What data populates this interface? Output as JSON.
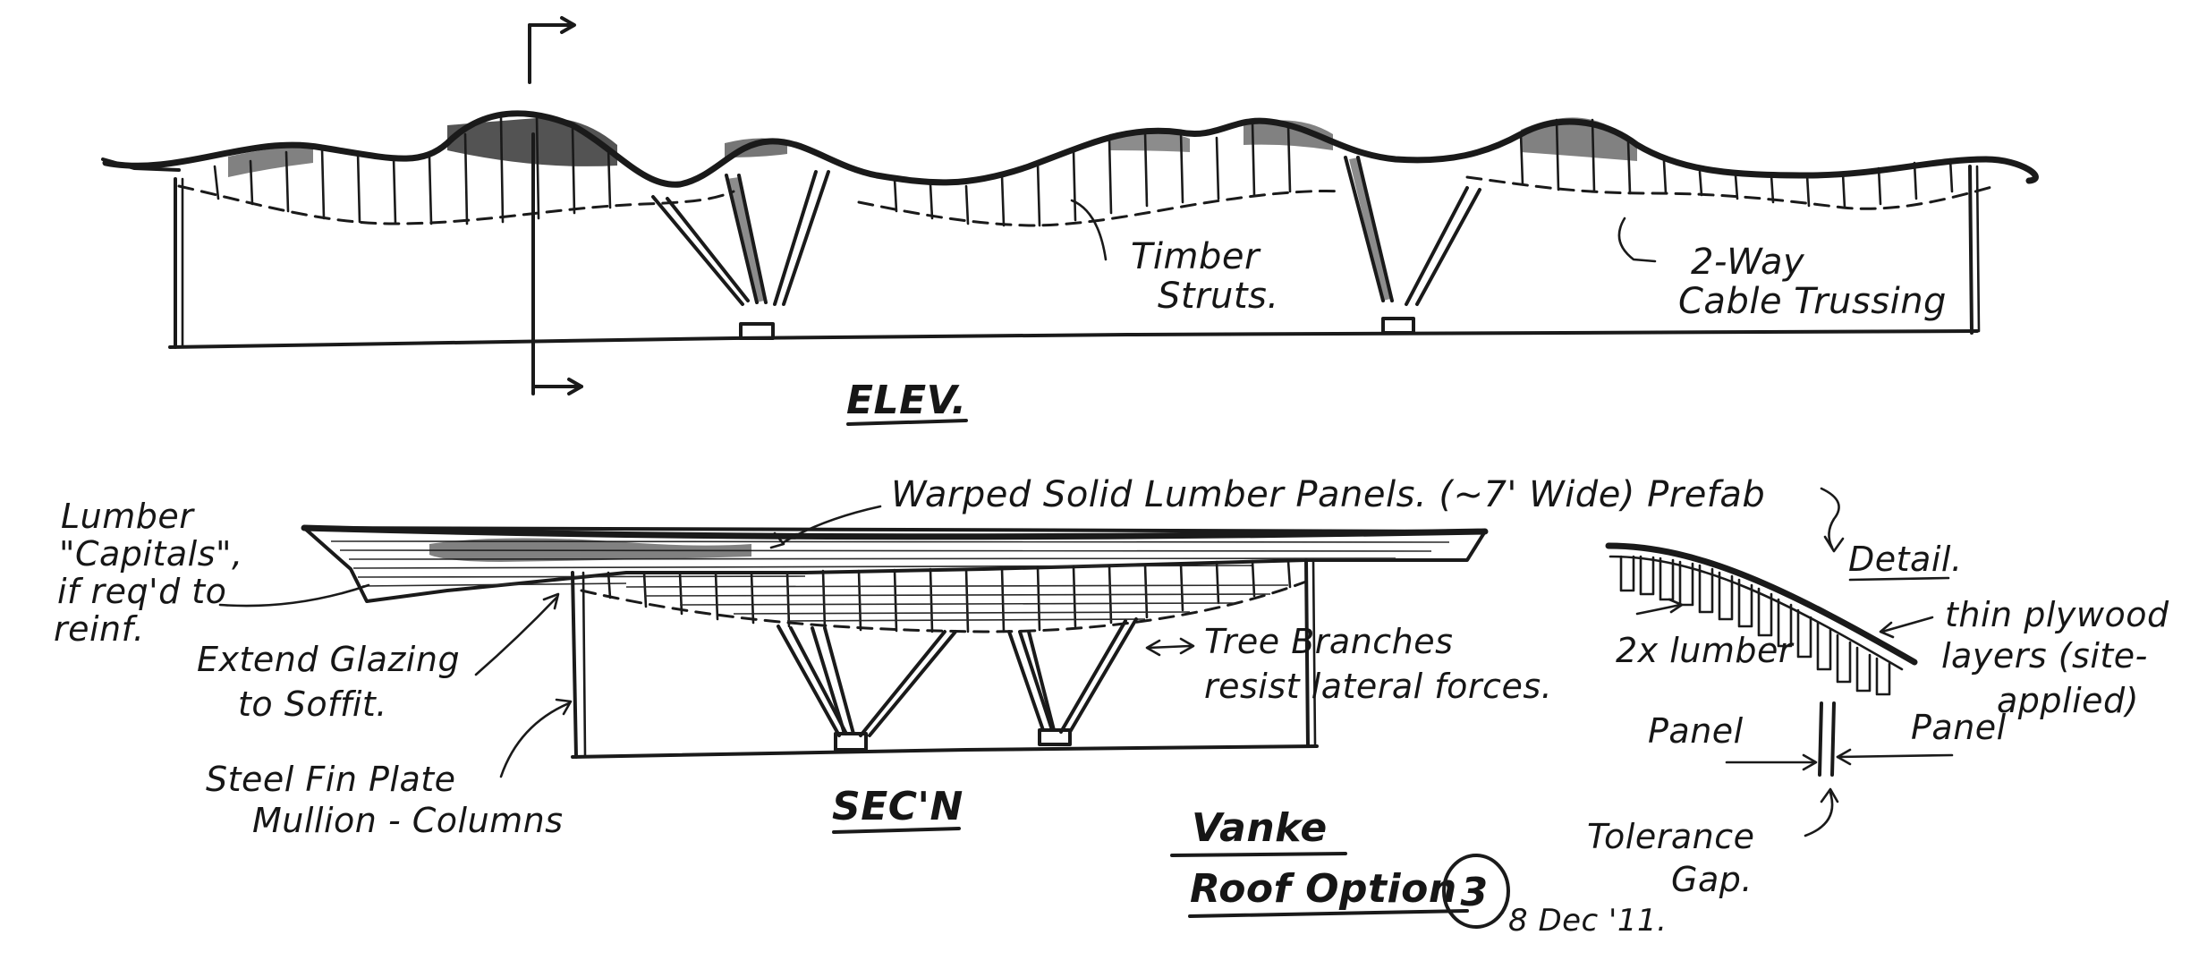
{
  "elevation": {
    "labels": {
      "timber_struts_1": "Timber",
      "timber_struts_2": "Struts.",
      "cable_truss_1": "2-Way",
      "cable_truss_2": "Cable Trussing",
      "heading": "ELEV."
    }
  },
  "section": {
    "labels": {
      "warped_panels": "Warped Solid Lumber Panels. (~7' Wide) Prefab",
      "capitals_1": "Lumber",
      "capitals_2": "\"Capitals\",",
      "capitals_3": "if req'd to",
      "capitals_4": "reinf.",
      "glazing_1": "Extend Glazing",
      "glazing_2": "to Soffit.",
      "mullion_1": "Steel Fin Plate",
      "mullion_2": "Mullion - Columns",
      "tree_1": "Tree Branches",
      "tree_2": "resist lateral forces.",
      "heading": "SEC'N"
    }
  },
  "detail": {
    "labels": {
      "heading": "Detail.",
      "plywood_1": "thin plywood",
      "plywood_2": "layers (site-",
      "plywood_3": "applied)",
      "lumber": "2x lumber",
      "panel_left": "Panel",
      "panel_right": "Panel",
      "gap_1": "Tolerance",
      "gap_2": "Gap."
    }
  },
  "title_block": {
    "project": "Vanke",
    "option": "Roof Option",
    "option_number": "3",
    "date": "8 Dec '11."
  }
}
